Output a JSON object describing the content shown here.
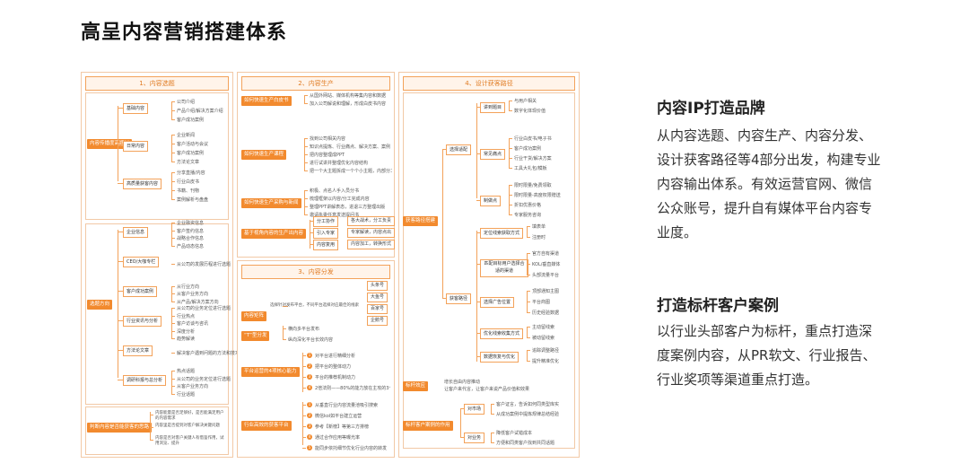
{
  "page_title": "高呈内容营销搭建体系",
  "right": {
    "heading1": "内容IP打造品牌",
    "para1": "从内容选题、内容生产、内容分发、设计获客路径等4部分出发，构建专业内容输出体系。有效运营官网、微信公众账号，提升自有媒体平台内容专业度。",
    "heading2": "打造标杆客户案例",
    "para2": "以行业头部客户为标杆，重点打造深度案例内容，从PR软文、行业报告、行业奖项等渠道重点打造。"
  },
  "panel1": {
    "header": "1、内容选题",
    "root1": "内容传播度高题材",
    "root2": "选题方向",
    "root3": "判断内容是否能获客的思路",
    "group1": [
      {
        "label": "基础内容",
        "leaves": [
          "公司介绍",
          "产品介绍/解决方案介绍",
          "客户成功案例"
        ]
      },
      {
        "label": "日常内容",
        "leaves": [
          "企业新闻",
          "客户活动与会议",
          "客户成功案例",
          "方法论文章"
        ]
      },
      {
        "label": "高质量获客内容",
        "leaves": [
          "分享直播/内容",
          "行业白皮书",
          "书籍、刊物",
          "案例解析与盘盘"
        ]
      }
    ],
    "group2": [
      {
        "label": "企业信息",
        "leaves": [
          "企业融资信息",
          "客户签约信息",
          "战略合作信息",
          "产品动态信息"
        ]
      },
      {
        "label": "CEO/大咖专栏",
        "leaves": [
          "从公司的发展历程进行选题"
        ]
      },
      {
        "label": "客户成功案例",
        "leaves": [
          "从行业方向",
          "从客户业务方向",
          "从产品/解决方案方向"
        ]
      },
      {
        "label": "行业资讯与分析",
        "leaves": [
          "从公司的业务定位进行选题",
          "行业热点",
          "客户访谈与咨讯",
          "深度分析",
          "趋势解读"
        ]
      },
      {
        "label": "方法论文章",
        "leaves": [
          "解决客户遇到问题的方法和技巧"
        ]
      },
      {
        "label": "调研科报与总分析",
        "leaves": [
          "热点话题",
          "从公司的业务定位进行选题",
          "从客户业务方向",
          "行业话题"
        ]
      }
    ],
    "group3": [
      "内容能量是否足够好，是否能满足用户的内容需求",
      "内容里是否提到对客户解决关键问题",
      "内容是否对客户关键人有借鉴作用，试用浏览、提升"
    ]
  },
  "panel2": {
    "header": "2、内容生产",
    "header2": "3、内容分发",
    "rows": [
      {
        "label": "如何快速生产白皮书",
        "leaves": [
          "从国外网站、媒体机构等集内容和数据",
          "加入公司解说和理解，形成白皮书内容"
        ]
      },
      {
        "label": "如何快速生产课程",
        "leaves": [
          "找到公司相关内容",
          "知识点提炼、行业痛点、解决方案、案例",
          "把内容整理成PPT",
          "进行试讲并整理优化内容结构",
          "把一个大主题拆成一个个小主题，内部分工，完成初版到初步课程内容，最终整合"
        ]
      },
      {
        "label": "如何快速生产采购与新闻",
        "leaves": [
          "积极、点名人手入员分书",
          "梳理框架以内容/分工完成内容",
          "整理PPT讲解表态，进退三方整理出版",
          "邀请执委任意发送提问书"
        ]
      },
      {
        "label": "基于视角内容的生产出内容",
        "tags": [
          [
            "分工协作",
            "各大战术，分工负责"
          ],
          [
            "引入专家",
            "专家解读，内容点出"
          ],
          [
            "内容复用",
            "内容加工，转换形式"
          ]
        ]
      }
    ],
    "dist": [
      {
        "label": "内容矩阵",
        "leaf": "选择针对发布平台，不同平台选择对应最佳的线索",
        "tags": [
          "头条号",
          "大鱼号",
          "百家号",
          "企鹅号"
        ]
      },
      {
        "label": "“T”型分发",
        "leaves": [
          "横向多平台发布",
          "纵向深化平台长效内容"
        ]
      },
      {
        "label": "平台运营的4项核心能力",
        "leaves": [
          "对平台进行精细分析",
          "把平台的整体动力",
          "平台的推荐机制动力",
          "2倍法则——80%的能力放在主攻的3个平台上"
        ]
      },
      {
        "label": "行业高效的获客平台",
        "leaves": [
          "从垂直行业内容流量池吸引搜索",
          "微信kol如平台建立运营",
          "参考【新榜】等第三方排榜",
          "通过合作应用等曝光率",
          "能同步依托细节优化行业内容的转发"
        ]
      }
    ]
  },
  "panel3": {
    "header": "4、设计获客路径",
    "root": "获客路径搭建",
    "group1_label": "选择适配",
    "g1": [
      {
        "label": "讲到题目",
        "leaves": [
          "与用户相关",
          "数字化体现价值"
        ]
      },
      {
        "label": "常见痛点",
        "leaves": [
          "行业白皮书/电子书",
          "客户成功案例",
          "行业干货/解决方案",
          "工具大礼包/模板"
        ]
      },
      {
        "label": "制做点",
        "leaves": [
          "限时限量/免费领取",
          "限时限量-高度权限赠送",
          "折扣优惠价格",
          "专家服务咨询"
        ]
      }
    ],
    "group2_label": "获客路径",
    "g2": [
      {
        "label": "定位线索获取方式",
        "leaves": [
          "填表单",
          "注册时"
        ]
      },
      {
        "label": "匹配目标用户选择合适的渠道",
        "leaves": [
          "官方自有渠道",
          "KOL/垂直媒体",
          "头部流量平台"
        ]
      },
      {
        "label": "选择广告位置",
        "leaves": [
          "顶部通知主图",
          "平台商图",
          "历史经验数据"
        ]
      },
      {
        "label": "优化线索收集方式",
        "leaves": [
          "主动留线索",
          "被动留线索"
        ]
      },
      {
        "label": "数据恢复与优化",
        "leaves": [
          "追踪调整路径",
          "提升精准优化"
        ]
      }
    ],
    "effect_label": "标杆效应",
    "effect_leaves": [
      "增长自由内容推动",
      "让客户来代言，让客户来说产品价值和效果"
    ],
    "case_label": "标杆客户案例的作用",
    "case_groups": [
      {
        "label": "对市场",
        "leaves": [
          "客户证言，告诉如何同类型库实",
          "从成功案例中提炼规律总结经验"
        ]
      },
      {
        "label": "对业务",
        "leaves": [
          "降低客户试错成本",
          "方便和同类客户找到共同话题"
        ]
      }
    ]
  }
}
